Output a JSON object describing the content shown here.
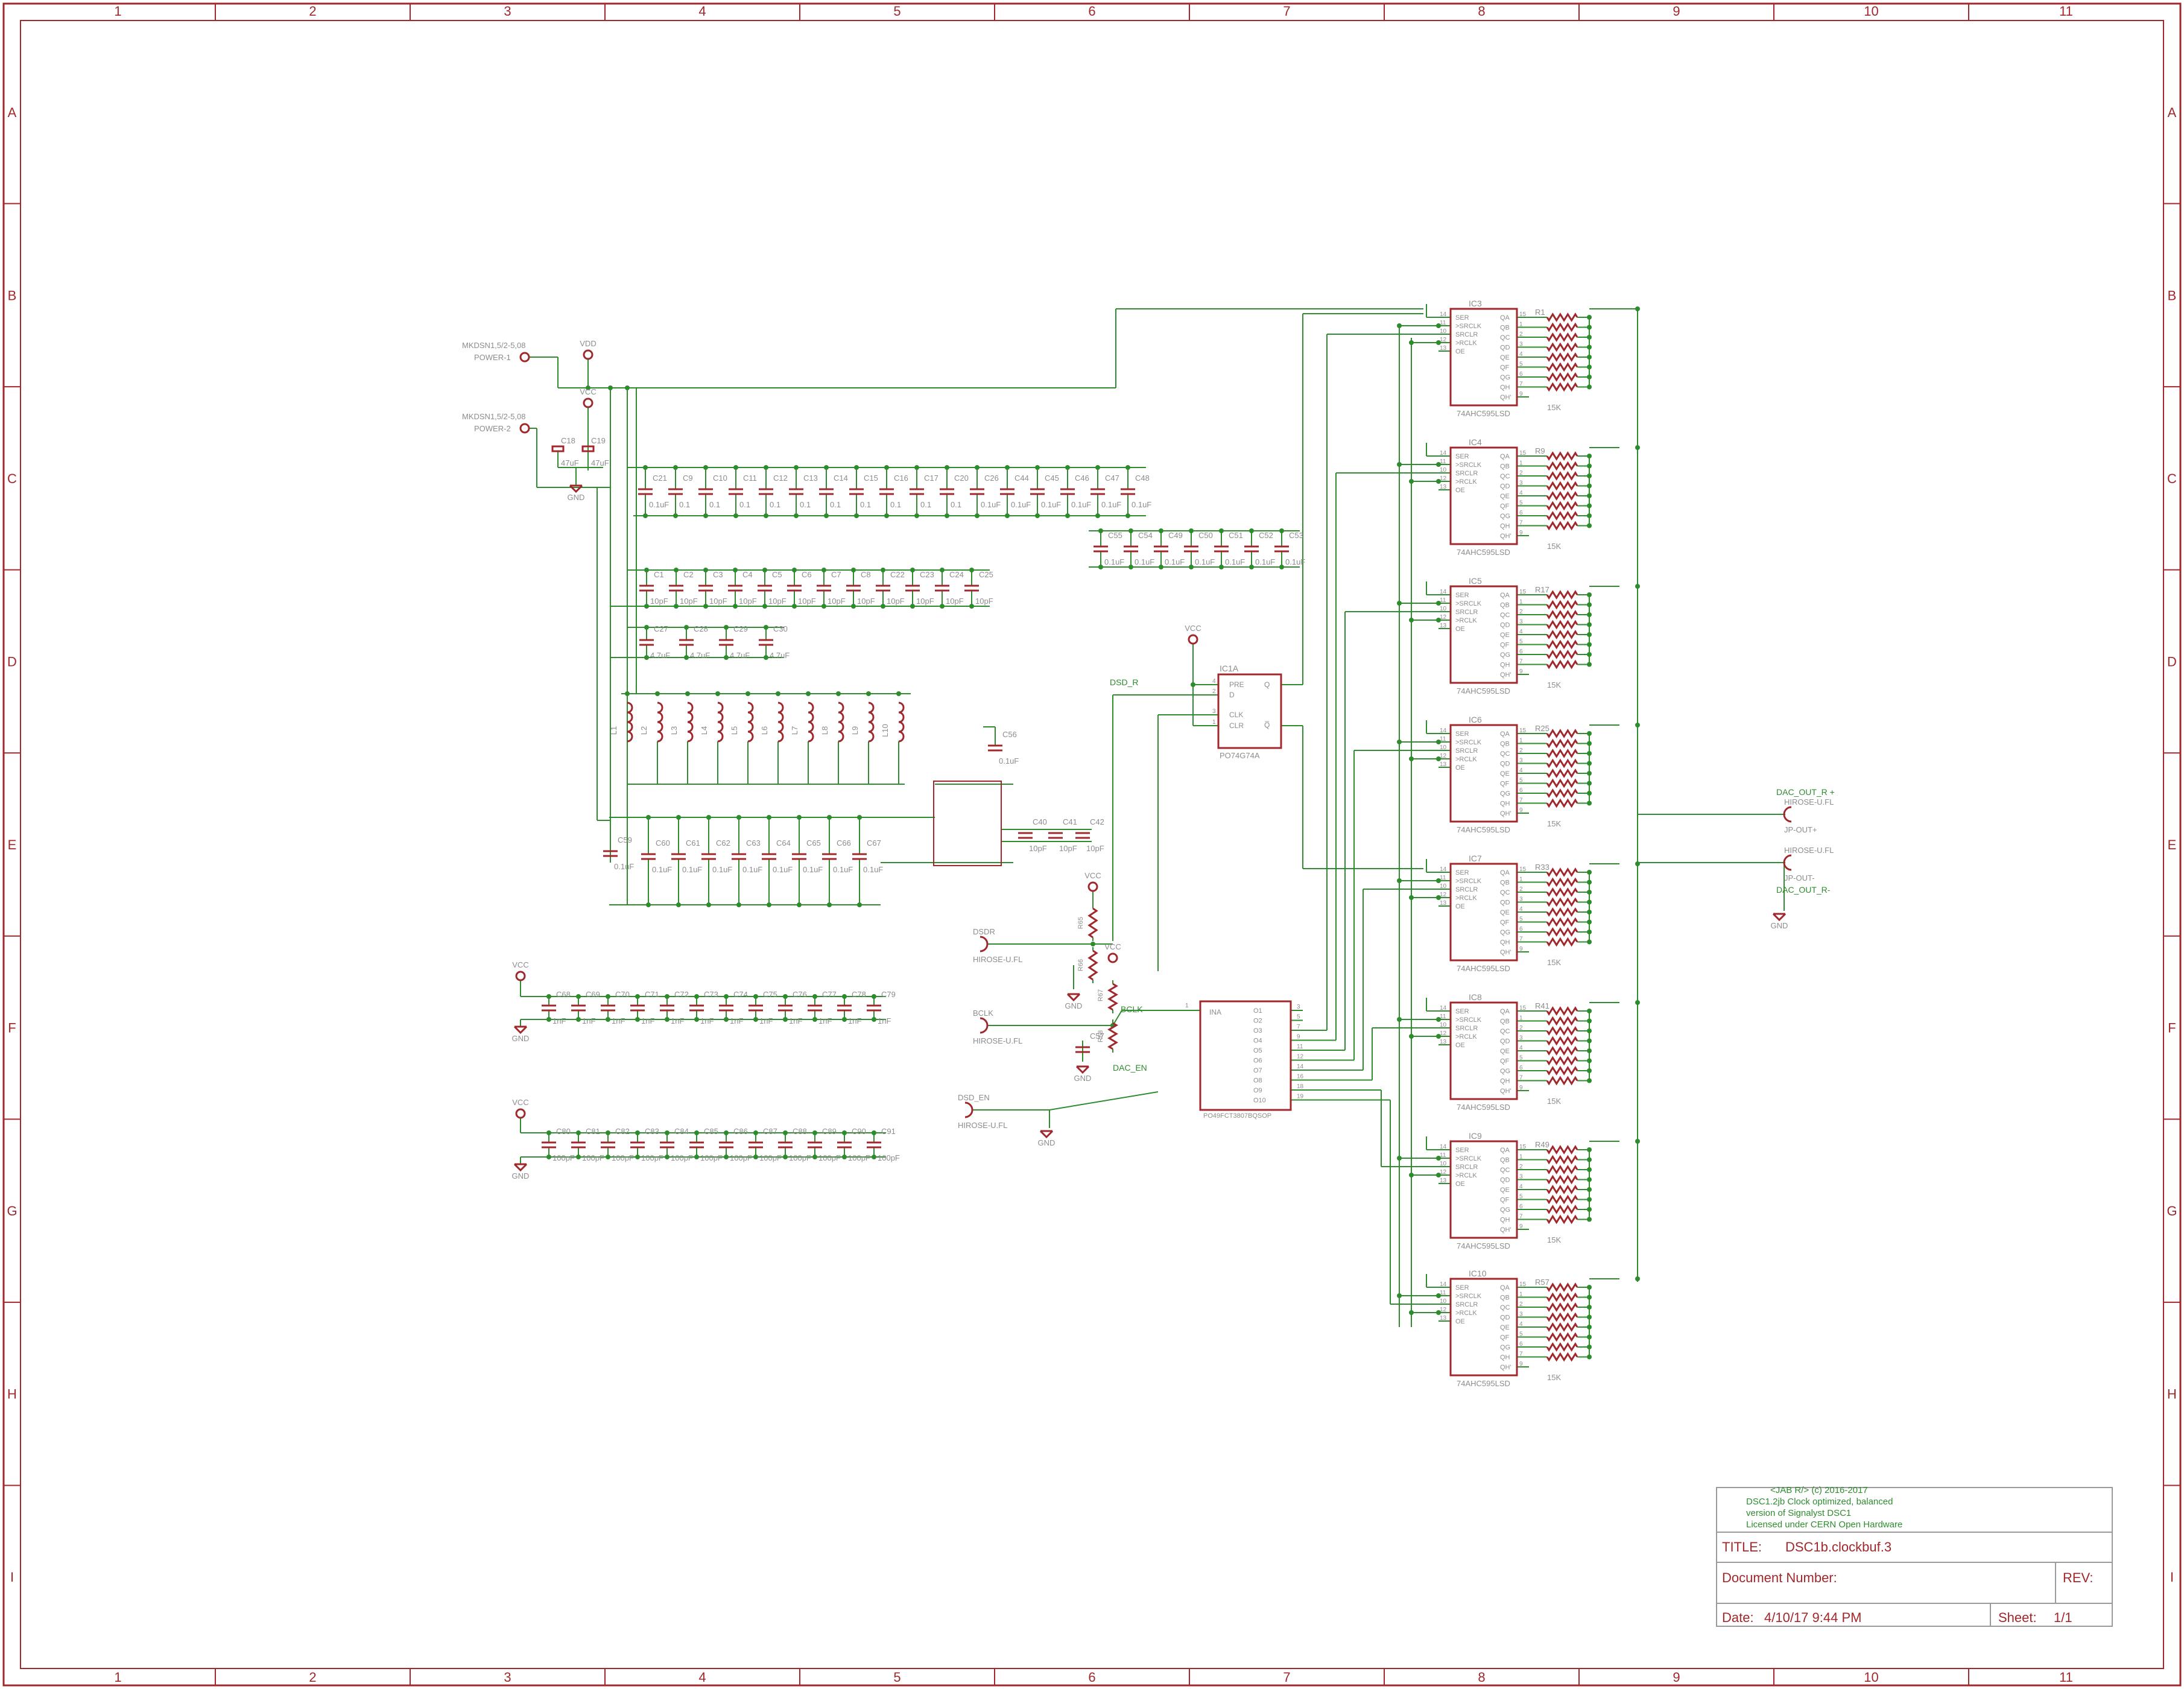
{
  "frame": {
    "columns": [
      "1",
      "2",
      "3",
      "4",
      "5",
      "6",
      "7",
      "8",
      "9",
      "10",
      "11"
    ],
    "rows": [
      "A",
      "B",
      "C",
      "D",
      "E",
      "F",
      "G",
      "H",
      "I"
    ]
  },
  "colors": {
    "frame": "#a0282c",
    "wire": "#2e8b2e",
    "part": "#a0282c",
    "label": "#8c8c8c",
    "background": "#ffffff"
  },
  "power": {
    "connectors": [
      {
        "name": "POWER-1",
        "part": "MKDSN1,5/2-5,08"
      },
      {
        "name": "POWER-2",
        "part": "MKDSN1,5/2-5,08"
      }
    ],
    "supply_labels": [
      "VDD",
      "VCC",
      "GND"
    ],
    "electrolytics": [
      {
        "name": "C18",
        "value": "47uF"
      },
      {
        "name": "C19",
        "value": "47uF"
      }
    ]
  },
  "cap_banks": {
    "bank_01_row1": [
      {
        "n": "C21",
        "v": "0.1uF"
      },
      {
        "n": "C9",
        "v": "0.1"
      },
      {
        "n": "C10",
        "v": "0.1"
      },
      {
        "n": "C11",
        "v": "0.1"
      },
      {
        "n": "C12",
        "v": "0.1"
      },
      {
        "n": "C13",
        "v": "0.1"
      },
      {
        "n": "C14",
        "v": "0.1"
      },
      {
        "n": "C15",
        "v": "0.1"
      },
      {
        "n": "C16",
        "v": "0.1"
      },
      {
        "n": "C17",
        "v": "0.1"
      },
      {
        "n": "C20",
        "v": "0.1"
      },
      {
        "n": "C26",
        "v": "0.1uF"
      },
      {
        "n": "C44",
        "v": "0.1uF"
      },
      {
        "n": "C45",
        "v": "0.1uF"
      },
      {
        "n": "C46",
        "v": "0.1uF"
      },
      {
        "n": "C47",
        "v": "0.1uF"
      },
      {
        "n": "C48",
        "v": "0.1uF"
      }
    ],
    "bank_01_row2": [
      {
        "n": "C55",
        "v": "0.1uF"
      },
      {
        "n": "C54",
        "v": "0.1uF"
      },
      {
        "n": "C49",
        "v": "0.1uF"
      },
      {
        "n": "C50",
        "v": "0.1uF"
      },
      {
        "n": "C51",
        "v": "0.1uF"
      },
      {
        "n": "C52",
        "v": "0.1uF"
      },
      {
        "n": "C53",
        "v": "0.1uF"
      }
    ],
    "bank_10p": [
      {
        "n": "C1",
        "v": "10pF"
      },
      {
        "n": "C2",
        "v": "10pF"
      },
      {
        "n": "C3",
        "v": "10pF"
      },
      {
        "n": "C4",
        "v": "10pF"
      },
      {
        "n": "C5",
        "v": "10pF"
      },
      {
        "n": "C6",
        "v": "10pF"
      },
      {
        "n": "C7",
        "v": "10pF"
      },
      {
        "n": "C8",
        "v": "10pF"
      },
      {
        "n": "C22",
        "v": "10pF"
      },
      {
        "n": "C23",
        "v": "10pF"
      },
      {
        "n": "C24",
        "v": "10pF"
      },
      {
        "n": "C25",
        "v": "10pF"
      }
    ],
    "bank_4u7": [
      {
        "n": "C27",
        "v": "4.7uF"
      },
      {
        "n": "C28",
        "v": "4.7uF"
      },
      {
        "n": "C29",
        "v": "4.7uF"
      },
      {
        "n": "C30",
        "v": "4.7uF"
      }
    ],
    "bank_e": [
      {
        "n": "C60",
        "v": "0.1uF"
      },
      {
        "n": "C61",
        "v": "0.1uF"
      },
      {
        "n": "C62",
        "v": "0.1uF"
      },
      {
        "n": "C63",
        "v": "0.1uF"
      },
      {
        "n": "C64",
        "v": "0.1uF"
      },
      {
        "n": "C65",
        "v": "0.1uF"
      },
      {
        "n": "C66",
        "v": "0.1uF"
      },
      {
        "n": "C67",
        "v": "0.1uF"
      }
    ],
    "bank_1n": [
      {
        "n": "C68",
        "v": "1nF"
      },
      {
        "n": "C69",
        "v": "1nF"
      },
      {
        "n": "C70",
        "v": "1nF"
      },
      {
        "n": "C71",
        "v": "1nF"
      },
      {
        "n": "C72",
        "v": "1nF"
      },
      {
        "n": "C73",
        "v": "1nF"
      },
      {
        "n": "C74",
        "v": "1nF"
      },
      {
        "n": "C75",
        "v": "1nF"
      },
      {
        "n": "C76",
        "v": "1nF"
      },
      {
        "n": "C77",
        "v": "1nF"
      },
      {
        "n": "C78",
        "v": "1nF"
      },
      {
        "n": "C79",
        "v": "1nF"
      }
    ],
    "bank_100p": [
      {
        "n": "C80",
        "v": "100pF"
      },
      {
        "n": "C81",
        "v": "100pF"
      },
      {
        "n": "C82",
        "v": "100pF"
      },
      {
        "n": "C83",
        "v": "100pF"
      },
      {
        "n": "C84",
        "v": "100pF"
      },
      {
        "n": "C85",
        "v": "100pF"
      },
      {
        "n": "C86",
        "v": "100pF"
      },
      {
        "n": "C87",
        "v": "100pF"
      },
      {
        "n": "C88",
        "v": "100pF"
      },
      {
        "n": "C89",
        "v": "100pF"
      },
      {
        "n": "C90",
        "v": "100pF"
      },
      {
        "n": "C91",
        "v": "100pF"
      }
    ]
  },
  "inductors": [
    "L1",
    "L2",
    "L3",
    "L4",
    "L5",
    "L6",
    "L7",
    "L8",
    "L9",
    "L10"
  ],
  "misc_caps": [
    {
      "n": "C56",
      "v": "0.1uF"
    },
    {
      "n": "C59",
      "v": "0.1uF"
    },
    {
      "n": "C40",
      "v": "10pF"
    },
    {
      "n": "C41",
      "v": "10pF"
    },
    {
      "n": "C42",
      "v": "10pF"
    },
    {
      "n": "C57",
      "v": ""
    }
  ],
  "flipflop": {
    "ref": "IC1A",
    "part": "PO74G74A",
    "pins_left": [
      "PRE",
      "D",
      "CLK",
      "CLR"
    ],
    "pins_right": [
      "Q",
      "Q̅"
    ],
    "pin_nums": [
      "4",
      "2",
      "3",
      "1",
      "5",
      "6"
    ]
  },
  "buffer": {
    "part": "PO49FCT3807BQSOP",
    "input": "INA",
    "outputs": [
      "O1",
      "O2",
      "O3",
      "O4",
      "O5",
      "O6",
      "O7",
      "O8",
      "O9",
      "O10"
    ],
    "in_pin": "1",
    "out_pins": [
      "3",
      "5",
      "7",
      "9",
      "11",
      "12",
      "14",
      "16",
      "18",
      "19"
    ]
  },
  "net_labels": [
    "DSD_R",
    "BCLK",
    "DAC_EN",
    "DAC_OUT_R +",
    "DAC_OUT_R-"
  ],
  "connectors": [
    {
      "name": "DSDR",
      "part": "HIROSE-U.FL"
    },
    {
      "name": "BCLK",
      "part": "HIROSE-U.FL"
    },
    {
      "name": "DSD_EN",
      "part": "HIROSE-U.FL"
    },
    {
      "name": "JP-OUT+",
      "part": "HIROSE-U.FL"
    },
    {
      "name": "JP-OUT-",
      "part": "HIROSE-U.FL"
    }
  ],
  "shift_registers": {
    "part": "74AHC595LSD",
    "refs": [
      "IC3",
      "IC4",
      "IC5",
      "IC6",
      "IC7",
      "IC8",
      "IC9",
      "IC10"
    ],
    "left_pins": [
      "SER",
      ">SRCLK",
      "SRCLR",
      ">RCLK",
      "OE"
    ],
    "left_nums": [
      "14",
      "11",
      "10",
      "12",
      "13"
    ],
    "right_pins": [
      "QA",
      "QB",
      "QC",
      "QD",
      "QE",
      "QF",
      "QG",
      "QH",
      "QH'"
    ],
    "right_nums": [
      "15",
      "1",
      "2",
      "3",
      "4",
      "5",
      "6",
      "7",
      "9"
    ],
    "resistor_refs": [
      "R1",
      "R9",
      "R17",
      "R25",
      "R33",
      "R41",
      "R49",
      "R57"
    ],
    "resistor_value": "15K"
  },
  "resistors_misc": [
    "R65",
    "R66",
    "R67",
    "R68"
  ],
  "title_block": {
    "note_lines": [
      "<JAB R/> (c) 2016-2017",
      "DSC1.2jb Clock optimized, balanced",
      "version of Signalyst DSC1",
      "Licensed under CERN Open Hardware"
    ],
    "title_label": "TITLE:",
    "title": "DSC1b.clockbuf.3",
    "docnum_label": "Document Number:",
    "rev_label": "REV:",
    "date_label": "Date:",
    "date": "4/10/17 9:44 PM",
    "sheet_label": "Sheet:",
    "sheet": "1/1"
  }
}
